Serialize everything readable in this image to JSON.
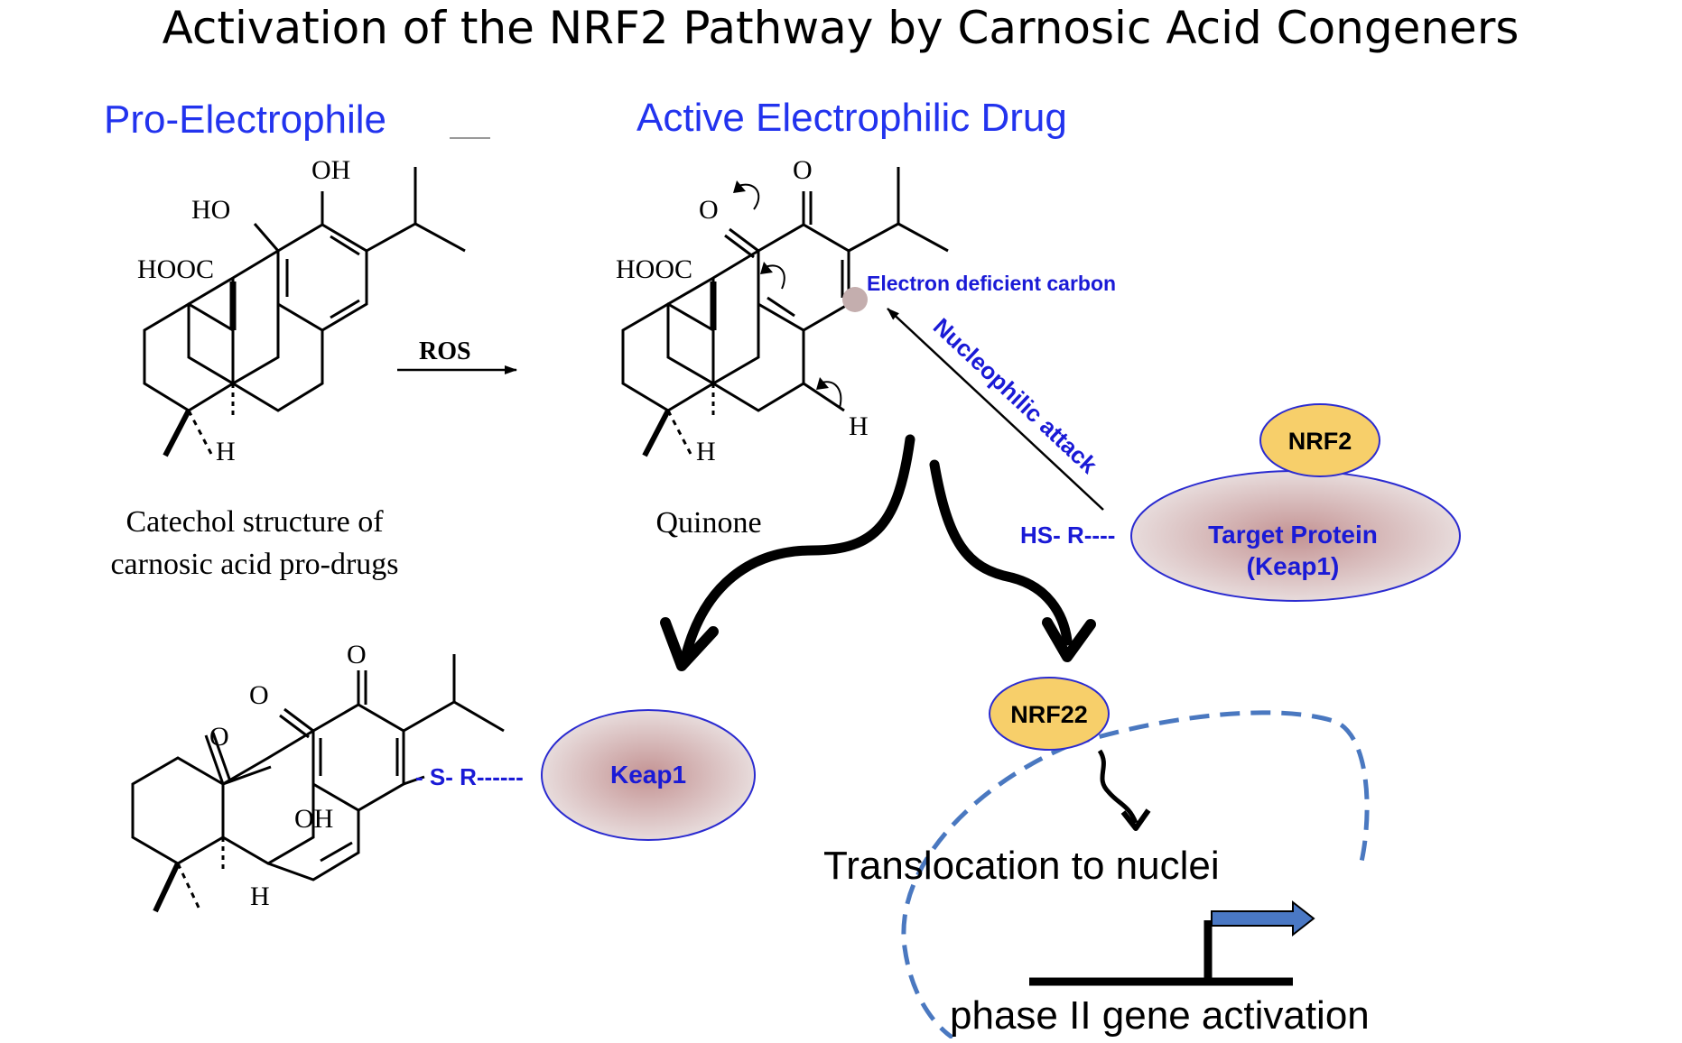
{
  "title": "Activation of the NRF2 Pathway by Carnosic Acid Congeners",
  "headings": {
    "pro_electrophile": "Pro-Electrophile",
    "active_drug": "Active Electrophilic Drug"
  },
  "catechol": {
    "labels": {
      "oh": "OH",
      "ho": "HO",
      "hooc": "HOOC",
      "h": "H"
    },
    "caption_line1": "Catechol structure of",
    "caption_line2": "carnosic acid pro-drugs"
  },
  "reaction": {
    "ros": "ROS"
  },
  "quinone": {
    "labels": {
      "o_top": "O",
      "o_left": "O",
      "hooc": "HOOC",
      "h": "H",
      "h2": "H"
    },
    "caption": "Quinone",
    "electron_deficient": "Electron deficient carbon"
  },
  "attack": {
    "label": "Nucleophilic attack",
    "thiol": "HS- R----"
  },
  "target_protein": {
    "line1": "Target Protein",
    "line2": "(Keap1)",
    "nrf2": "NRF2"
  },
  "adduct": {
    "labels": {
      "o1": "O",
      "o2": "O",
      "o3": "O",
      "oh": "OH",
      "h": "H"
    },
    "link": "- S- R------",
    "keap1": "Keap1"
  },
  "nrf2_free": "NRF22",
  "translocation": "Translocation to nuclei",
  "gene_activation": "phase II gene activation",
  "colors": {
    "blue_text": "#1a1ad6",
    "heading_blue": "#2233ee",
    "nrf2_fill": "#f7cf6a",
    "keap1_center": "#c99a9a",
    "keap1_edge": "#e8dede",
    "outline_blue": "#2b2bd0",
    "dash_blue": "#4a78c0",
    "promoter_arrow": "#4a78c4"
  }
}
